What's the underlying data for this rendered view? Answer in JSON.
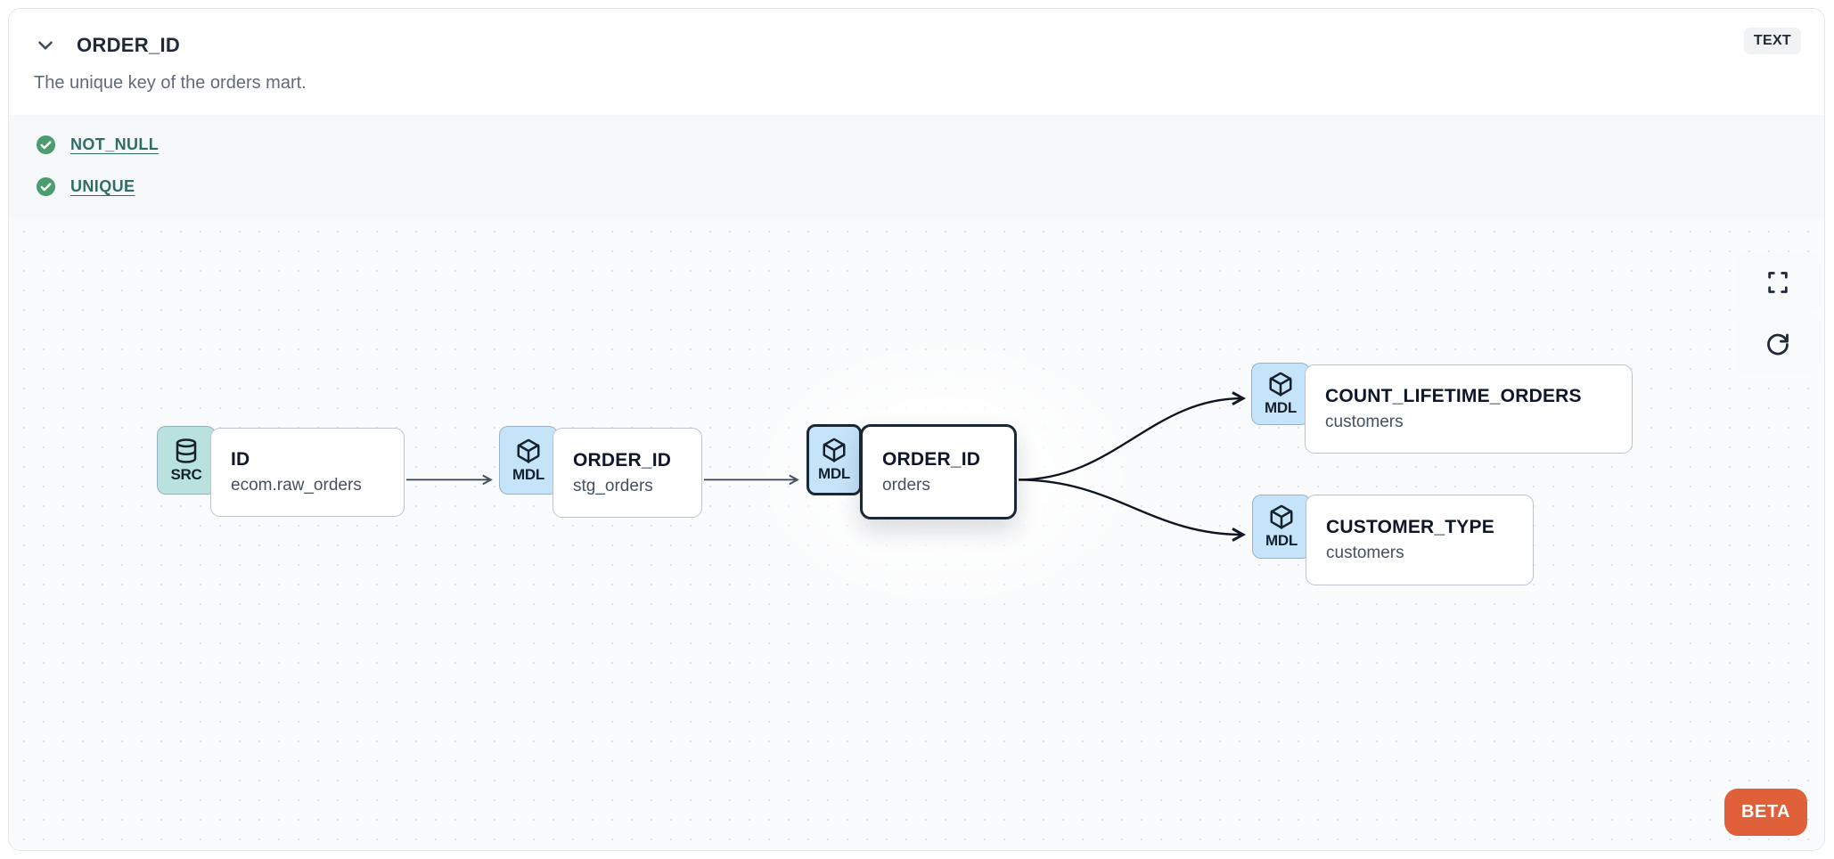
{
  "header": {
    "title": "ORDER_ID",
    "type_badge": "TEXT",
    "description": "The unique key of the orders mart."
  },
  "tests": [
    {
      "label": "NOT_NULL",
      "status": "pass"
    },
    {
      "label": "UNIQUE",
      "status": "pass"
    }
  ],
  "graph": {
    "nodes": [
      {
        "badge": "SRC",
        "icon": "database-icon",
        "title": "ID",
        "subtitle": "ecom.raw_orders",
        "selected": false
      },
      {
        "badge": "MDL",
        "icon": "cube-icon",
        "title": "ORDER_ID",
        "subtitle": "stg_orders",
        "selected": false
      },
      {
        "badge": "MDL",
        "icon": "cube-icon",
        "title": "ORDER_ID",
        "subtitle": "orders",
        "selected": true
      },
      {
        "badge": "MDL",
        "icon": "cube-icon",
        "title": "COUNT_LIFETIME_ORDERS",
        "subtitle": "customers",
        "selected": false
      },
      {
        "badge": "MDL",
        "icon": "cube-icon",
        "title": "CUSTOMER_TYPE",
        "subtitle": "customers",
        "selected": false
      }
    ],
    "controls": {
      "fullscreen": "fullscreen-icon",
      "refresh": "refresh-icon"
    },
    "beta_label": "BETA"
  },
  "colors": {
    "accent_orange": "#e0603a",
    "badge_teal": "#b9e2de",
    "badge_blue": "#c5e3f9",
    "link_teal": "#2c6e68",
    "check_green": "#4a9e6e",
    "selected_border": "#1b2737",
    "tests_bg": "#f7f8f9",
    "canvas_bg": "#fafbfc"
  }
}
